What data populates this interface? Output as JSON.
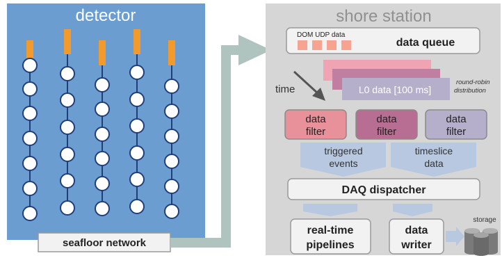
{
  "detector": {
    "title": "detector",
    "seafloor_label": "seafloor network"
  },
  "shore": {
    "title": "shore station",
    "dom_udp_label": "DOM UDP data",
    "queue_label": "data queue",
    "l0_label": "L0 data [100 ms]",
    "time_label": "time",
    "round_robin_line1": "round-robin",
    "round_robin_line2": "distribution",
    "filters": [
      {
        "line1": "data",
        "line2": "filter",
        "color": "#e8919b"
      },
      {
        "line1": "data",
        "line2": "filter",
        "color": "#b86e92"
      },
      {
        "line1": "data",
        "line2": "filter",
        "color": "#b6afcb"
      }
    ],
    "triggered_line1": "triggered",
    "triggered_line2": "events",
    "timeslice_line1": "timeslice",
    "timeslice_line2": "data",
    "dispatcher_label": "DAQ dispatcher",
    "pipelines_line1": "real-time",
    "pipelines_line2": "pipelines",
    "writer_line1": "data",
    "writer_line2": "writer",
    "storage_label": "storage"
  },
  "colors": {
    "detector_bg": "#6b9dd1",
    "string_orange": "#f39a2d",
    "shore_bg": "#d6d6d6",
    "box_bg": "#f2f2f2",
    "arrow_green": "#afc4be",
    "flow_blue": "#b7c8e0",
    "l0_pink": "#f0a3b3"
  }
}
